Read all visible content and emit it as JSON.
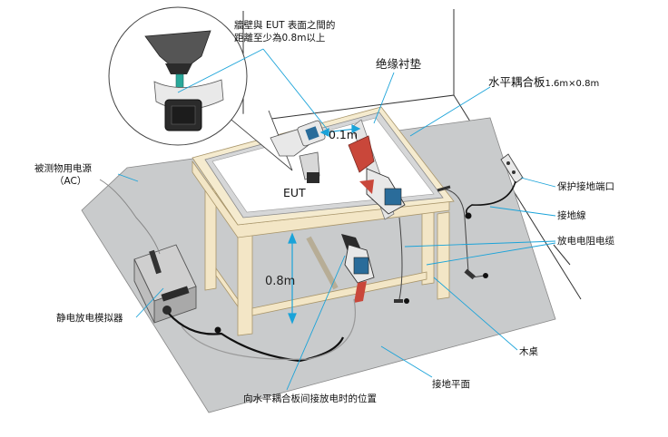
{
  "labels": {
    "wall_distance_line1": "牆壁與 EUT 表面之間的",
    "wall_distance_line2": "距離至少為0.8m以上",
    "insulating_pad": "绝缘衬垫",
    "horizontal_coupling_plane": "水平耦合板",
    "horizontal_coupling_plane_size": "1.6m×0.8m",
    "eut": "EUT",
    "distance_01m": "0.1m",
    "power_source_line1": "被测物用电源",
    "power_source_line2": "（AC）",
    "ground_terminal": "保护接地端口",
    "ground_wire": "接地線",
    "discharge_cable": "放电电阻电缆",
    "height_08m": "0.8m",
    "esd_simulator": "静电放电模拟器",
    "wooden_table": "木桌",
    "ground_plane": "接地平面",
    "indirect_discharge_position": "向水平耦合板间接放电时的位置"
  },
  "colors": {
    "ground_plane": "#c9cbcc",
    "wall": "#ffffff",
    "table_wood": "#f3e6c6",
    "table_edge": "#b9a67a",
    "coupling_plane": "#d6d7d8",
    "insulating_pad": "#ffffff",
    "leader_line": "#1aa3d9",
    "cable": "#111111",
    "esd_gun": "#e8e8e8",
    "esd_tip": "#2aa89a"
  },
  "icons": [
    "esd-gun-icon",
    "esd-simulator-box-icon",
    "ground-terminal-icon",
    "eut-watch-icon",
    "magnifier-callout-icon"
  ]
}
